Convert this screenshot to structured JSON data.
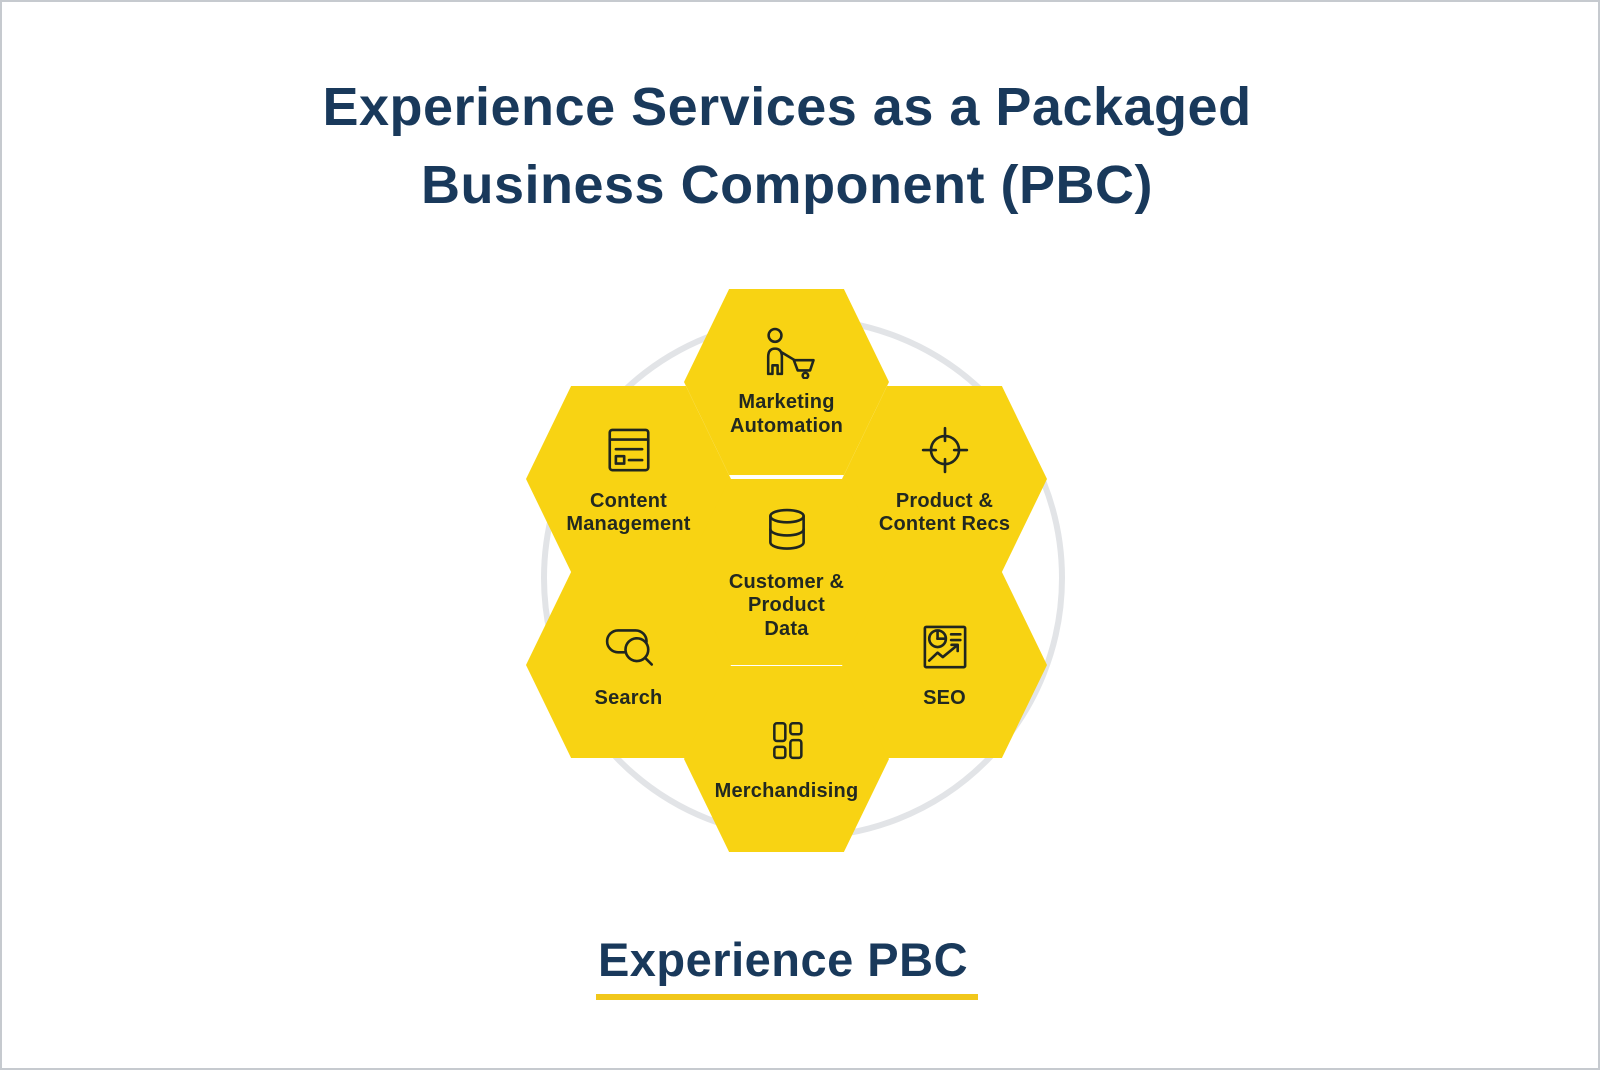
{
  "title": {
    "text": "Experience Services as a Packaged\nBusiness Component (PBC)"
  },
  "diagram": {
    "hexagons": [
      {
        "id": "marketing-automation",
        "label": "Marketing\nAutomation",
        "icon": "person-cart-icon"
      },
      {
        "id": "content-management",
        "label": "Content\nManagement",
        "icon": "browser-content-icon"
      },
      {
        "id": "product-content-recs",
        "label": "Product &\nContent Recs",
        "icon": "target-icon"
      },
      {
        "id": "customer-product-data",
        "label": "Customer &\nProduct\nData",
        "icon": "database-icon"
      },
      {
        "id": "search",
        "label": "Search",
        "icon": "search-magnifier-icon"
      },
      {
        "id": "seo",
        "label": "SEO",
        "icon": "analytics-report-icon"
      },
      {
        "id": "merchandising",
        "label": "Merchandising",
        "icon": "layout-grid-icon"
      }
    ]
  },
  "footer": {
    "label": "Experience PBC"
  },
  "colors": {
    "hexagon_yellow": "#f8d313",
    "underline_yellow": "#f1c71b",
    "title_navy": "#19395b",
    "icon_dark": "#20261f",
    "circle_gray": "#e2e4e7",
    "background": "#ffffff"
  }
}
